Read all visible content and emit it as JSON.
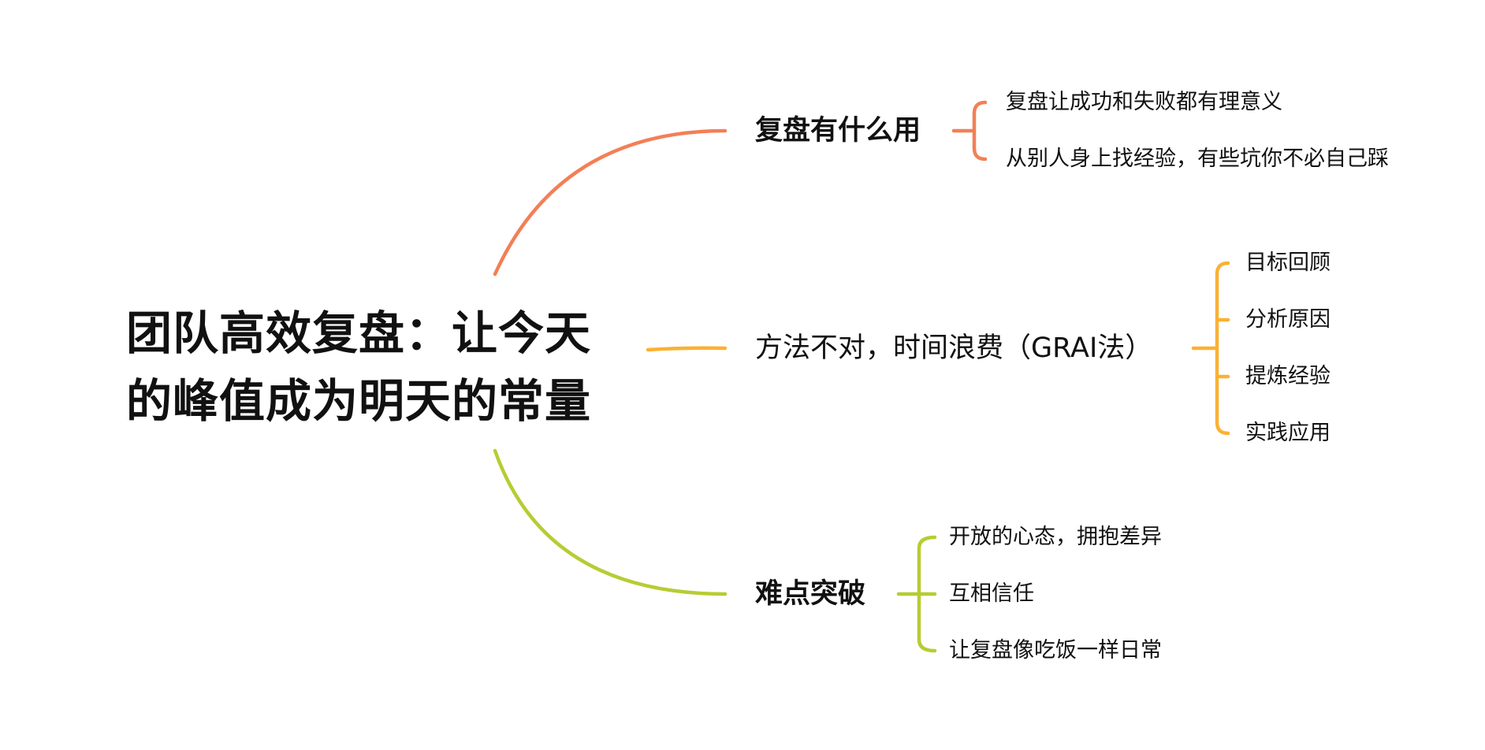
{
  "title": {
    "line1": "团队高效复盘：让今天",
    "line2": "的峰值成为明天的常量"
  },
  "colors": {
    "branch1": "#F37F56",
    "branch2": "#FBB132",
    "branch3": "#B7CC33"
  },
  "branches": [
    {
      "label": "复盘有什么用",
      "children": [
        "复盘让成功和失败都有理意义",
        "从别人身上找经验，有些坑你不必自己踩"
      ]
    },
    {
      "label": "方法不对，时间浪费（GRAI法）",
      "children": [
        "目标回顾",
        "分析原因",
        "提炼经验",
        "实践应用"
      ]
    },
    {
      "label": "难点突破",
      "children": [
        "开放的心态，拥抱差异",
        "互相信任",
        "让复盘像吃饭一样日常"
      ]
    }
  ]
}
